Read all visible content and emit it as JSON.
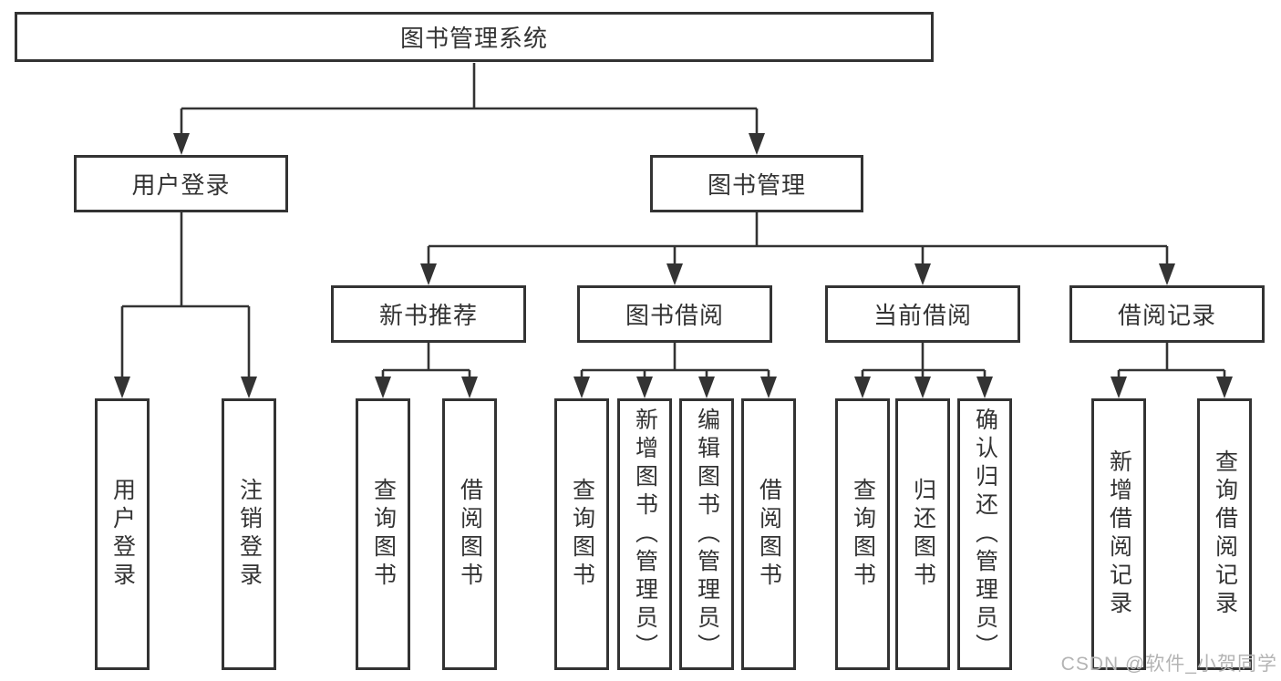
{
  "title": {
    "label": "图书管理系统"
  },
  "branches": [
    {
      "label": "用户登录"
    },
    {
      "label": "图书管理"
    }
  ],
  "modules": [
    {
      "label": "新书推荐",
      "parent": "图书管理"
    },
    {
      "label": "图书借阅",
      "parent": "图书管理"
    },
    {
      "label": "当前借阅",
      "parent": "图书管理"
    },
    {
      "label": "借阅记录",
      "parent": "图书管理"
    }
  ],
  "functions": [
    {
      "label": "用户登录",
      "parent": "用户登录"
    },
    {
      "label": "注销登录",
      "parent": "用户登录"
    },
    {
      "label": "查询图书",
      "parent": "新书推荐"
    },
    {
      "label": "借阅图书",
      "parent": "新书推荐"
    },
    {
      "label": "查询图书",
      "parent": "图书借阅"
    },
    {
      "label": "新增图书（管理员）",
      "parent": "图书借阅"
    },
    {
      "label": "编辑图书（管理员）",
      "parent": "图书借阅"
    },
    {
      "label": "借阅图书",
      "parent": "图书借阅"
    },
    {
      "label": "查询图书",
      "parent": "当前借阅"
    },
    {
      "label": "归还图书",
      "parent": "当前借阅"
    },
    {
      "label": "确认归还（管理员）",
      "parent": "当前借阅"
    },
    {
      "label": "新增借阅记录",
      "parent": "借阅记录"
    },
    {
      "label": "查询借阅记录",
      "parent": "借阅记录"
    }
  ],
  "watermark": {
    "text": "CSDN @软件_小贺同学"
  },
  "colors": {
    "line": "#333333",
    "text": "#333333",
    "background": "#ffffff",
    "watermark": "#b4b4b4"
  }
}
